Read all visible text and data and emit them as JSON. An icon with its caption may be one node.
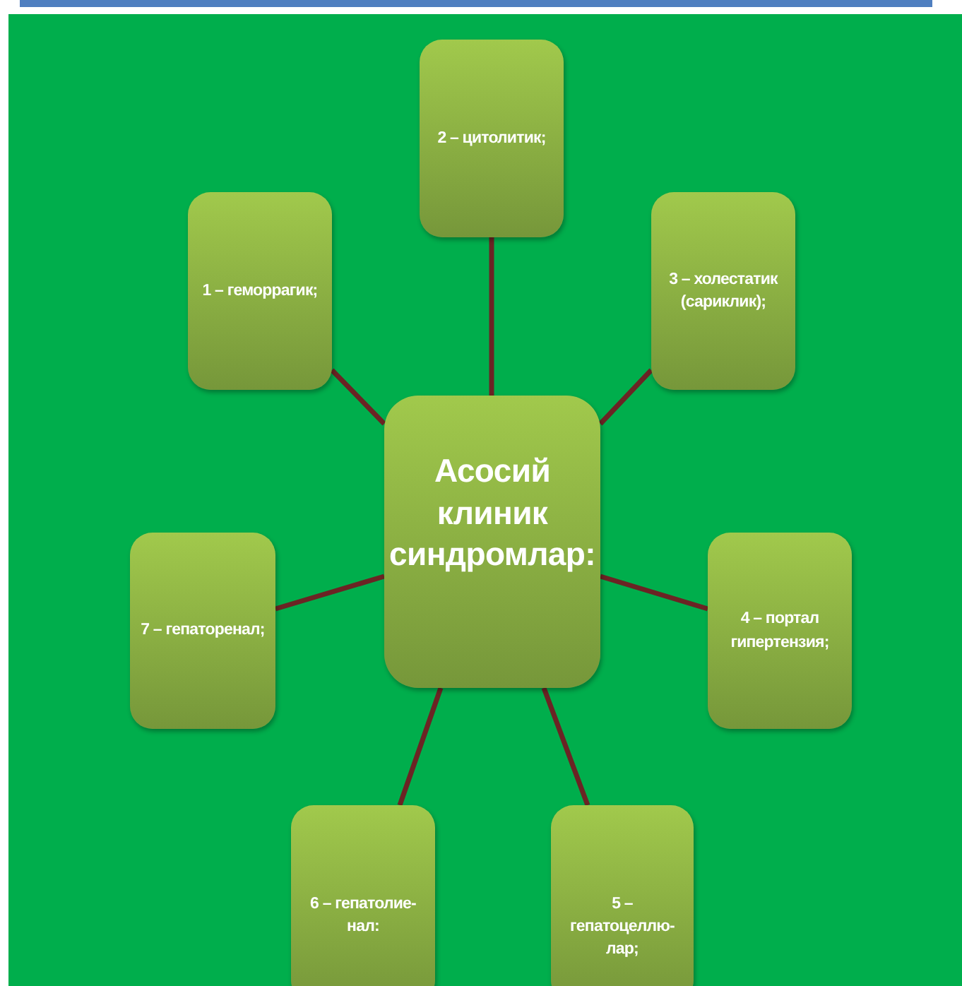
{
  "diagram": {
    "nodes": [
      {
        "text": [
          "Асосий клиник синдромлар:"
        ]
      },
      {
        "text": [
          "1 – геморрагик;"
        ]
      },
      {
        "text": [
          "2 – цитолитик;"
        ]
      },
      {
        "text": [
          "3 – холестатик (сариклик);"
        ]
      },
      {
        "text": [
          "4 – портал гипертензия;"
        ]
      },
      {
        "text": [
          "5 – гепатоцеллю- лар;"
        ]
      },
      {
        "text": [
          "6 – гепатолие- нал:"
        ]
      },
      {
        "text": [
          "7 – гепаторенал;"
        ]
      }
    ],
    "edges": [
      {
        "from": 0,
        "to": 1,
        "arrow": "none"
      },
      {
        "from": 0,
        "to": 2,
        "arrow": "none"
      },
      {
        "from": 0,
        "to": 3,
        "arrow": "none"
      },
      {
        "from": 0,
        "to": 4,
        "arrow": "none"
      },
      {
        "from": 0,
        "to": 5,
        "arrow": "none"
      },
      {
        "from": 0,
        "to": 6,
        "arrow": "none"
      },
      {
        "from": 0,
        "to": 7,
        "arrow": "none"
      }
    ]
  }
}
